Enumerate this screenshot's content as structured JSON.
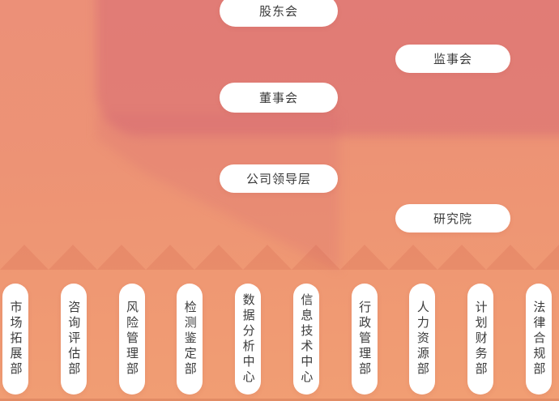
{
  "chart": {
    "type": "org-chart",
    "governance_nodes": [
      {
        "key": "shareholders",
        "label": "股东会"
      },
      {
        "key": "supervisory-board",
        "label": "监事会"
      },
      {
        "key": "board-of-directors",
        "label": "董事会"
      },
      {
        "key": "company-leadership",
        "label": "公司领导层"
      },
      {
        "key": "research-institute",
        "label": "研究院"
      }
    ],
    "departments": [
      {
        "label": "市场拓展部"
      },
      {
        "label": "咨询评估部"
      },
      {
        "label": "风险管理部"
      },
      {
        "label": "检测鉴定部"
      },
      {
        "label": "数据分析中心"
      },
      {
        "label": "信息技术中心"
      },
      {
        "label": "行政管理部"
      },
      {
        "label": "人力资源部"
      },
      {
        "label": "计划财务部"
      },
      {
        "label": "法律合规部"
      }
    ]
  },
  "colors": {
    "background_top": "#ec9078",
    "background_bottom": "#f19e73",
    "overlay_dark_pink": "#e28280",
    "zigzag_triangle": "#e98e6f",
    "node_background": "#ffffff",
    "node_text": "#3b3b3b"
  }
}
